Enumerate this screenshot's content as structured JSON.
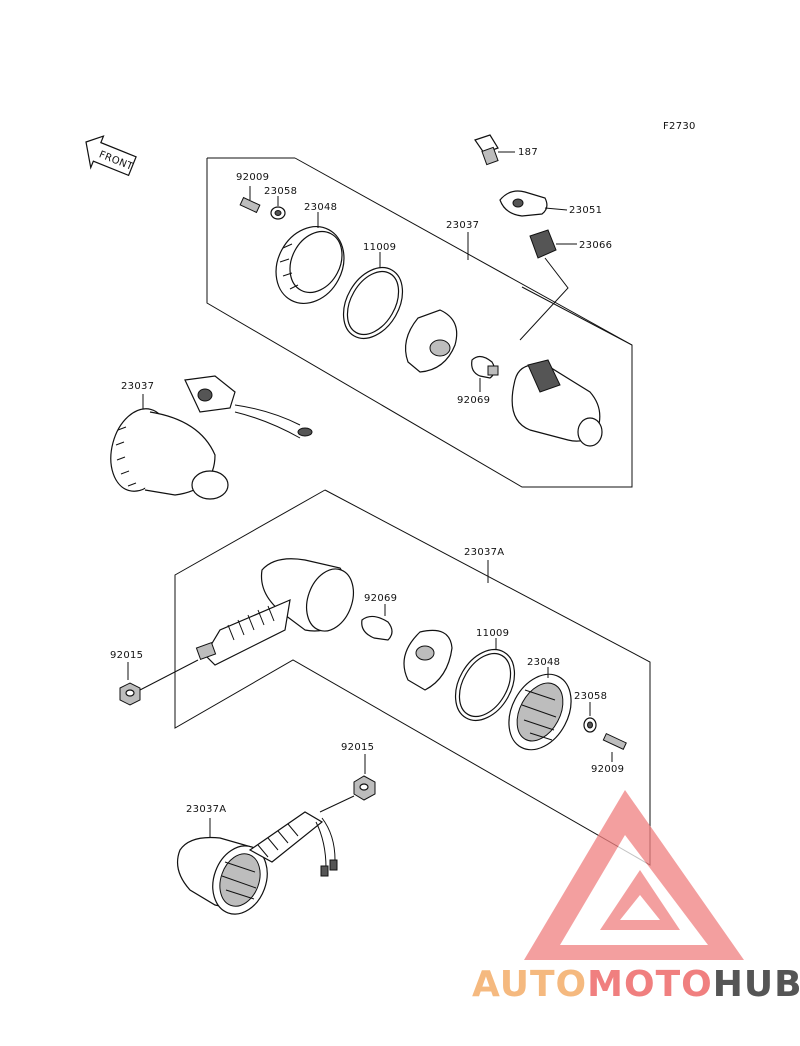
{
  "figure_code": "F2730",
  "front_arrow_label": "FRONT",
  "labels": {
    "bolt_top": "187",
    "bracket": "23051",
    "grommet": "23066",
    "lamp_assy_rear": "23037",
    "screw_top": "92009",
    "nut_top": "23058",
    "lens_top": "23048",
    "gasket_top": "11009",
    "bulb_top": "92069",
    "lamp_assy_left": "23037",
    "lamp_assy_a": "23037A",
    "nut_mid": "92015",
    "bulb_mid": "92069",
    "gasket_mid": "11009",
    "lens_mid": "23048",
    "washer_mid": "23058",
    "screw_mid": "92009",
    "nut_low": "92015",
    "lamp_assy_a_low": "23037A"
  },
  "watermark": {
    "part1": "AUTO",
    "part2": "MOTO",
    "part3": "HUB",
    "color1": "#f5b97f",
    "color2": "#f07f7f",
    "color3": "#555555"
  }
}
